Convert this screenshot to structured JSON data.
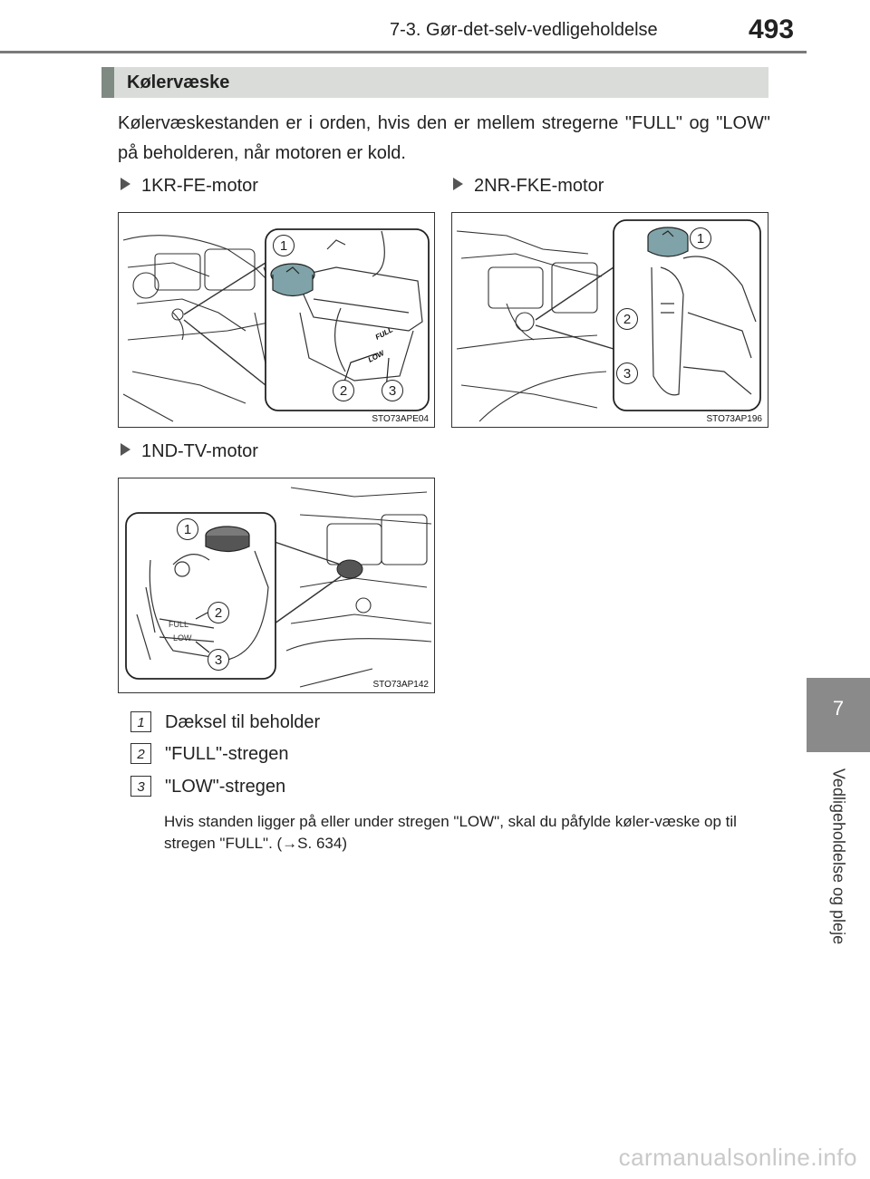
{
  "header": {
    "title": "7-3. Gør-det-selv-vedligeholdelse",
    "page_number": "493"
  },
  "side_tab": {
    "chapter": "7",
    "label": "Vedligeholdelse og pleje"
  },
  "section": {
    "title": "Kølervæske"
  },
  "intro_text": "Kølervæskestanden er i orden, hvis den er mellem stregerne \"FULL\" og \"LOW\" på beholderen, når motoren er kold.",
  "figures": [
    {
      "heading": "1KR-FE-motor",
      "code": "STO73APE04",
      "callouts": [
        "1",
        "2",
        "3"
      ],
      "tank_marks": [
        "FULL",
        "LOW"
      ]
    },
    {
      "heading": "2NR-FKE-motor",
      "code": "STO73AP196",
      "callouts": [
        "1",
        "2",
        "3"
      ]
    },
    {
      "heading": "1ND-TV-motor",
      "code": "STO73AP142",
      "callouts": [
        "1",
        "2",
        "3"
      ],
      "tank_marks": [
        "FULL",
        "LOW"
      ]
    }
  ],
  "legend": [
    {
      "num": "1",
      "label": "Dæksel til beholder"
    },
    {
      "num": "2",
      "label": "\"FULL\"-stregen"
    },
    {
      "num": "3",
      "label": "\"LOW\"-stregen"
    }
  ],
  "note": "Hvis standen ligger på eller under stregen \"LOW\", skal du påfylde køler-væske op til stregen \"FULL\". (→S. 634)",
  "watermark": "carmanualsonline.info"
}
